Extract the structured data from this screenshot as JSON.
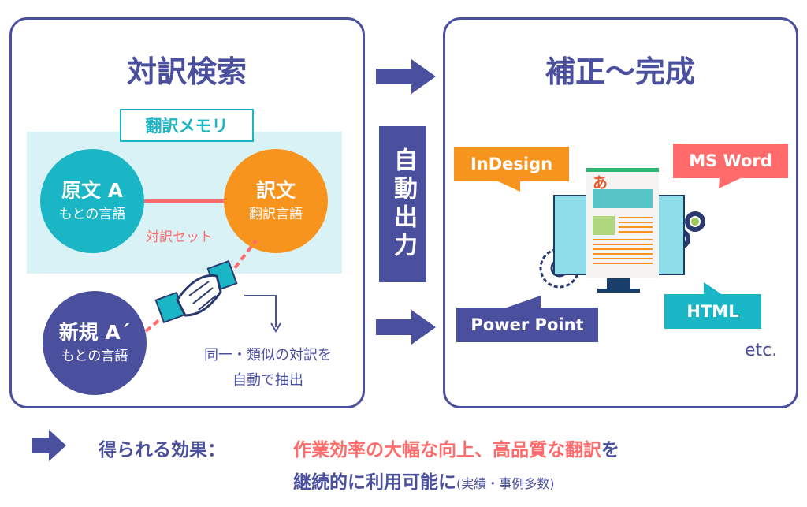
{
  "left_panel": {
    "title": "対訳検索",
    "memory_label": "翻訳メモリ",
    "source": {
      "title": "原文 A",
      "subtitle": "もとの言語"
    },
    "target": {
      "title": "訳文",
      "subtitle": "翻訳言語"
    },
    "pair_label": "対訳セット",
    "new_source": {
      "title": "新規 A´",
      "subtitle": "もとの言語"
    },
    "extract_note": [
      "同一・類似の対訳を",
      "自動で抽出"
    ]
  },
  "middle": {
    "auto_output_label": "自動出力"
  },
  "right_panel": {
    "title": "補正〜完成",
    "formats": [
      "InDesign",
      "MS Word",
      "Power Point",
      "HTML"
    ],
    "etc": "etc.",
    "doc_glyph": "あ"
  },
  "result": {
    "label": "得られる効果：",
    "highlight": "作業効率の大幅な向上、高品質な翻訳",
    "suffix": "を",
    "line2": "継続的に利用可能に",
    "note": "(実績・事例多数)"
  },
  "colors": {
    "navy": "#4a4f9e",
    "teal": "#1ab6c6",
    "orange": "#f7941d",
    "red": "#ff6b6b",
    "light_teal": "#d9f2f5"
  }
}
